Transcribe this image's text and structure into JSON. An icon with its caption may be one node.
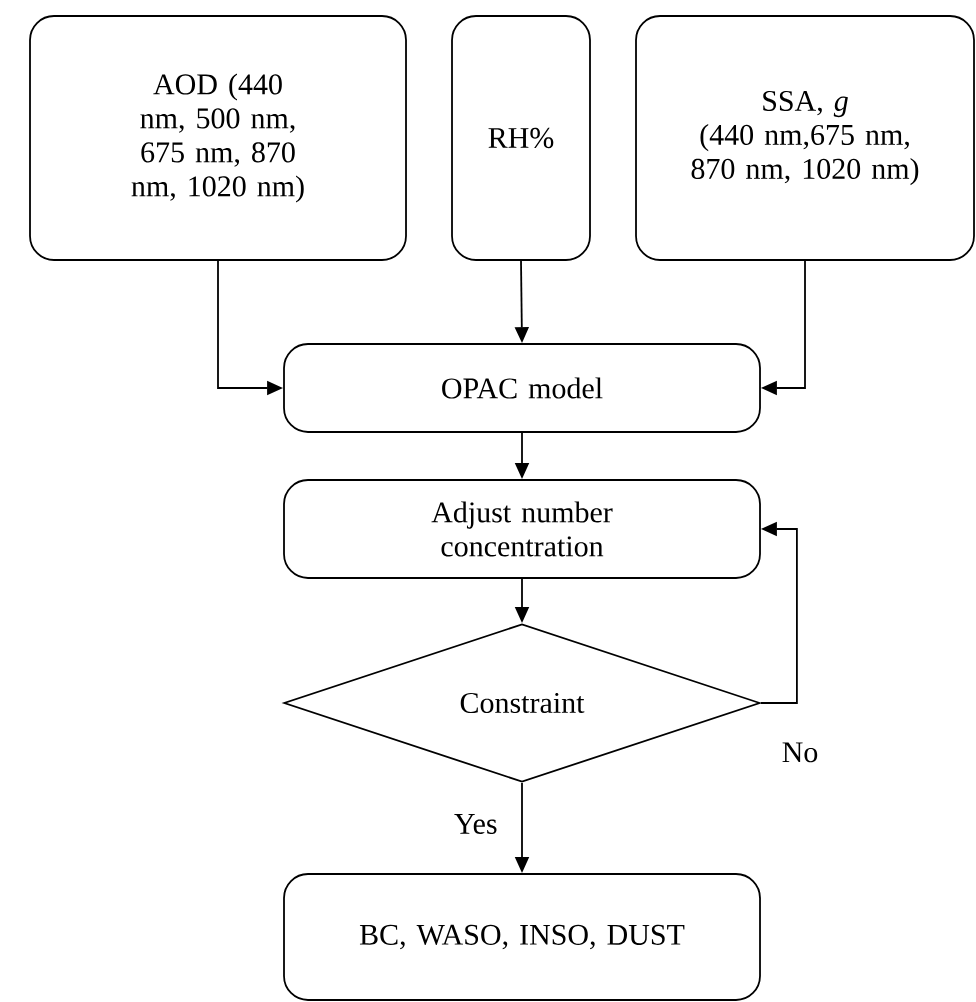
{
  "diagram": {
    "nodes": [
      {
        "text": [
          "AOD (440 nm, 500 nm, 675 nm, 870 nm, 1020 nm)"
        ]
      },
      {
        "text": [
          "RH%"
        ]
      },
      {
        "text": [
          "SSA, *g*",
          "(440 nm,675 nm, 870 nm, 1020 nm)"
        ]
      },
      {
        "text": [
          "OPAC model"
        ]
      },
      {
        "text": [
          "Adjust number concentration"
        ]
      },
      {
        "text": [
          "Constraint"
        ]
      },
      {
        "text": [
          "BC, WASO, INSO, DUST"
        ]
      }
    ],
    "edges": [
      {
        "from": 0,
        "to": 3,
        "arrow": "to"
      },
      {
        "from": 1,
        "to": 3,
        "arrow": "to"
      },
      {
        "from": 2,
        "to": 3,
        "arrow": "to"
      },
      {
        "from": 3,
        "to": 4,
        "arrow": "to"
      },
      {
        "from": 4,
        "to": 5,
        "arrow": "to"
      },
      {
        "from": 5,
        "to": 4,
        "arrow": "to",
        "label": "No"
      },
      {
        "from": 5,
        "to": 6,
        "arrow": "to",
        "label": "Yes"
      }
    ]
  }
}
